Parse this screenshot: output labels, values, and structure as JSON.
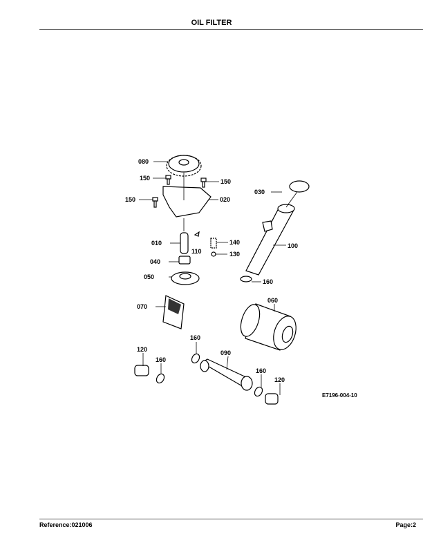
{
  "header": {
    "title": "OIL FILTER"
  },
  "footer": {
    "reference": "Reference:021006",
    "page": "Page:2"
  },
  "diagram": {
    "code": "E7196-004-10",
    "labels": {
      "gear": "080",
      "bolt_a": "150",
      "bolt_b": "150",
      "bolt_c": "150",
      "plate": "020",
      "cap": "030",
      "shaft": "010",
      "spring": "140",
      "pipe": "100",
      "pin": "110",
      "ball": "130",
      "rotor_inner": "040",
      "rotor_outer": "050",
      "oring_pipe": "160",
      "strainer": "070",
      "cartridge": "060",
      "oring_a": "160",
      "joint": "090",
      "plug_a": "120",
      "oring_b": "160",
      "oring_c": "160",
      "plug_b": "120"
    }
  }
}
